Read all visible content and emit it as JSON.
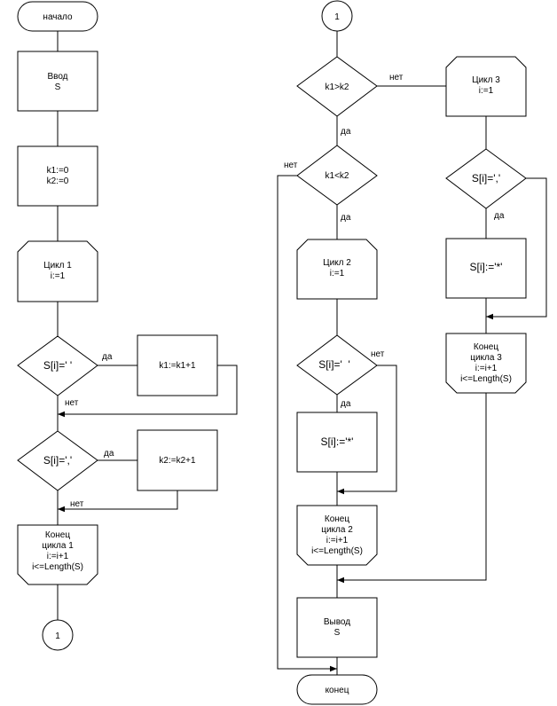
{
  "nodes": {
    "start": "начало",
    "input": [
      "Ввод",
      "S"
    ],
    "init": [
      "k1:=0",
      "k2:=0"
    ],
    "loop1_start": [
      "Цикл 1",
      "i:=1"
    ],
    "cond_space": "S[i]=' '",
    "k1_inc": "k1:=k1+1",
    "cond_comma": "S[i]=','",
    "k2_inc": "k2:=k2+1",
    "loop1_end": [
      "Конец",
      "цикла 1",
      "i:=i+1",
      "i<=Length(S)"
    ],
    "connector_out": "1",
    "connector_in": "1",
    "cond_gt": "k1>k2",
    "cond_lt": "k1<k2",
    "loop2_start": [
      "Цикл 2",
      "i:=1"
    ],
    "cond2_space": "S[i]='  '",
    "assign2": "S[i]:='*'",
    "loop2_end": [
      "Конец",
      "цикла 2",
      "i:=i+1",
      "i<=Length(S)"
    ],
    "output": [
      "Вывод",
      "S"
    ],
    "end": "конец",
    "loop3_start": [
      "Цикл 3",
      "i:=1"
    ],
    "cond3_comma": "S[i]=','",
    "assign3": "S[i]:='*'",
    "loop3_end": [
      "Конец",
      "цикла 3",
      "i:=i+1",
      "i<=Length(S)"
    ]
  },
  "labels": {
    "yes_1": "да",
    "no_1": "нет",
    "yes_2": "да",
    "no_2": "нет",
    "no_gt": "нет",
    "yes_gt": "да",
    "no_lt": "нет",
    "yes_lt": "да",
    "no_c2": "нет",
    "yes_c2": "да",
    "yes_c3": "да"
  }
}
